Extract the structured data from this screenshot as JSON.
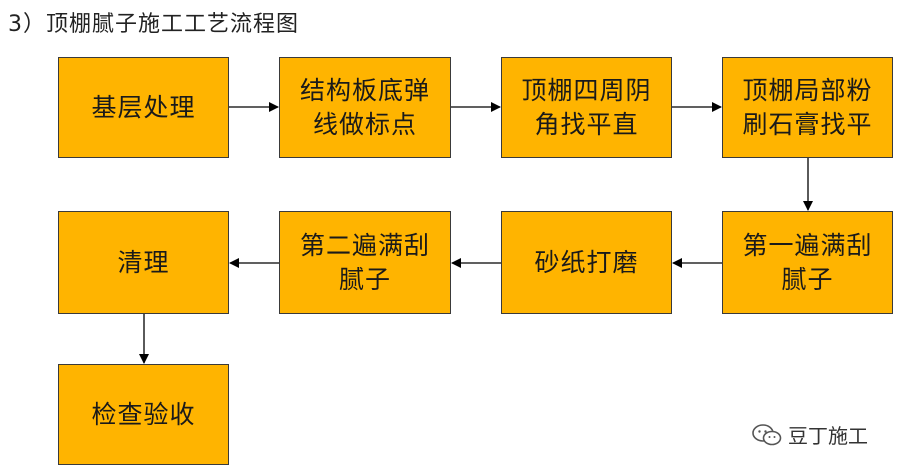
{
  "heading": "3）顶棚腻子施工工艺流程图",
  "steps": [
    {
      "label": "基层处理"
    },
    {
      "label": "结构板底弹\n线做标点"
    },
    {
      "label": "顶棚四周阴\n角找平直"
    },
    {
      "label": "顶棚局部粉\n刷石膏找平"
    },
    {
      "label": "第一遍满刮\n腻子"
    },
    {
      "label": "砂纸打磨"
    },
    {
      "label": "第二遍满刮\n腻子"
    },
    {
      "label": "清理"
    },
    {
      "label": "检查验收"
    }
  ],
  "watermark": {
    "icon": "wechat-icon",
    "text": "豆丁施工"
  },
  "colors": {
    "box_fill": "#ffb400",
    "box_border": "#3a3a3a",
    "arrow": "#000000"
  }
}
